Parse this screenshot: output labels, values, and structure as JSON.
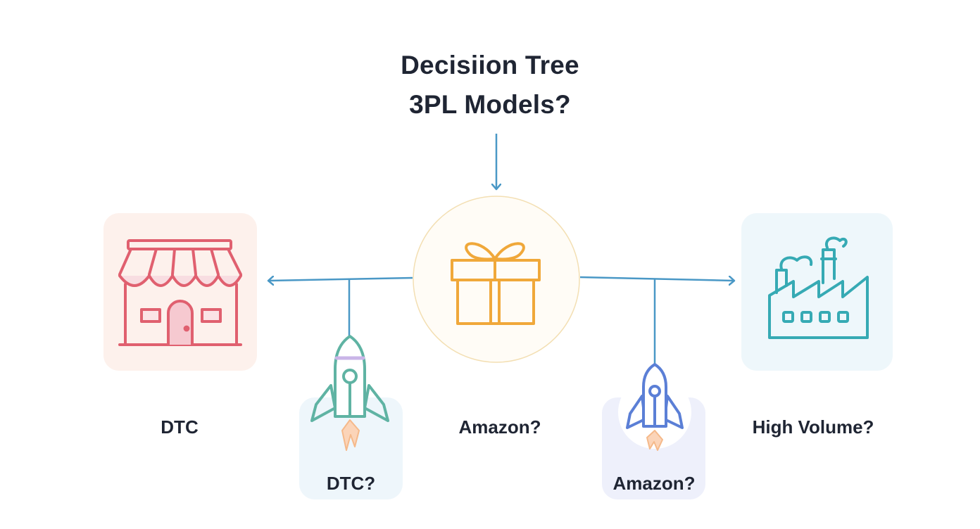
{
  "title": {
    "line1": "Decisiion Tree",
    "line2": "3PL Models?"
  },
  "center_node": {
    "icon": "gift-box-icon"
  },
  "nodes": {
    "dtc": {
      "label": "DTC",
      "icon": "storefront-icon"
    },
    "dtc_question": {
      "label": "DTC?",
      "icon": "rocket-icon"
    },
    "amazon": {
      "label": "Amazon?"
    },
    "amazon_question": {
      "label": "Amazon?",
      "icon": "rocket-icon"
    },
    "high_volume": {
      "label": "High Volume?",
      "icon": "factory-icon"
    }
  },
  "colors": {
    "connector": "#4a98c6",
    "store": "#e0606f",
    "gift": "#f0a83a",
    "rocket_green": "#5fb3a3",
    "rocket_blue": "#5b7fd6",
    "flame": "#f5b98a",
    "factory": "#36aab4",
    "text": "#1f2533"
  }
}
